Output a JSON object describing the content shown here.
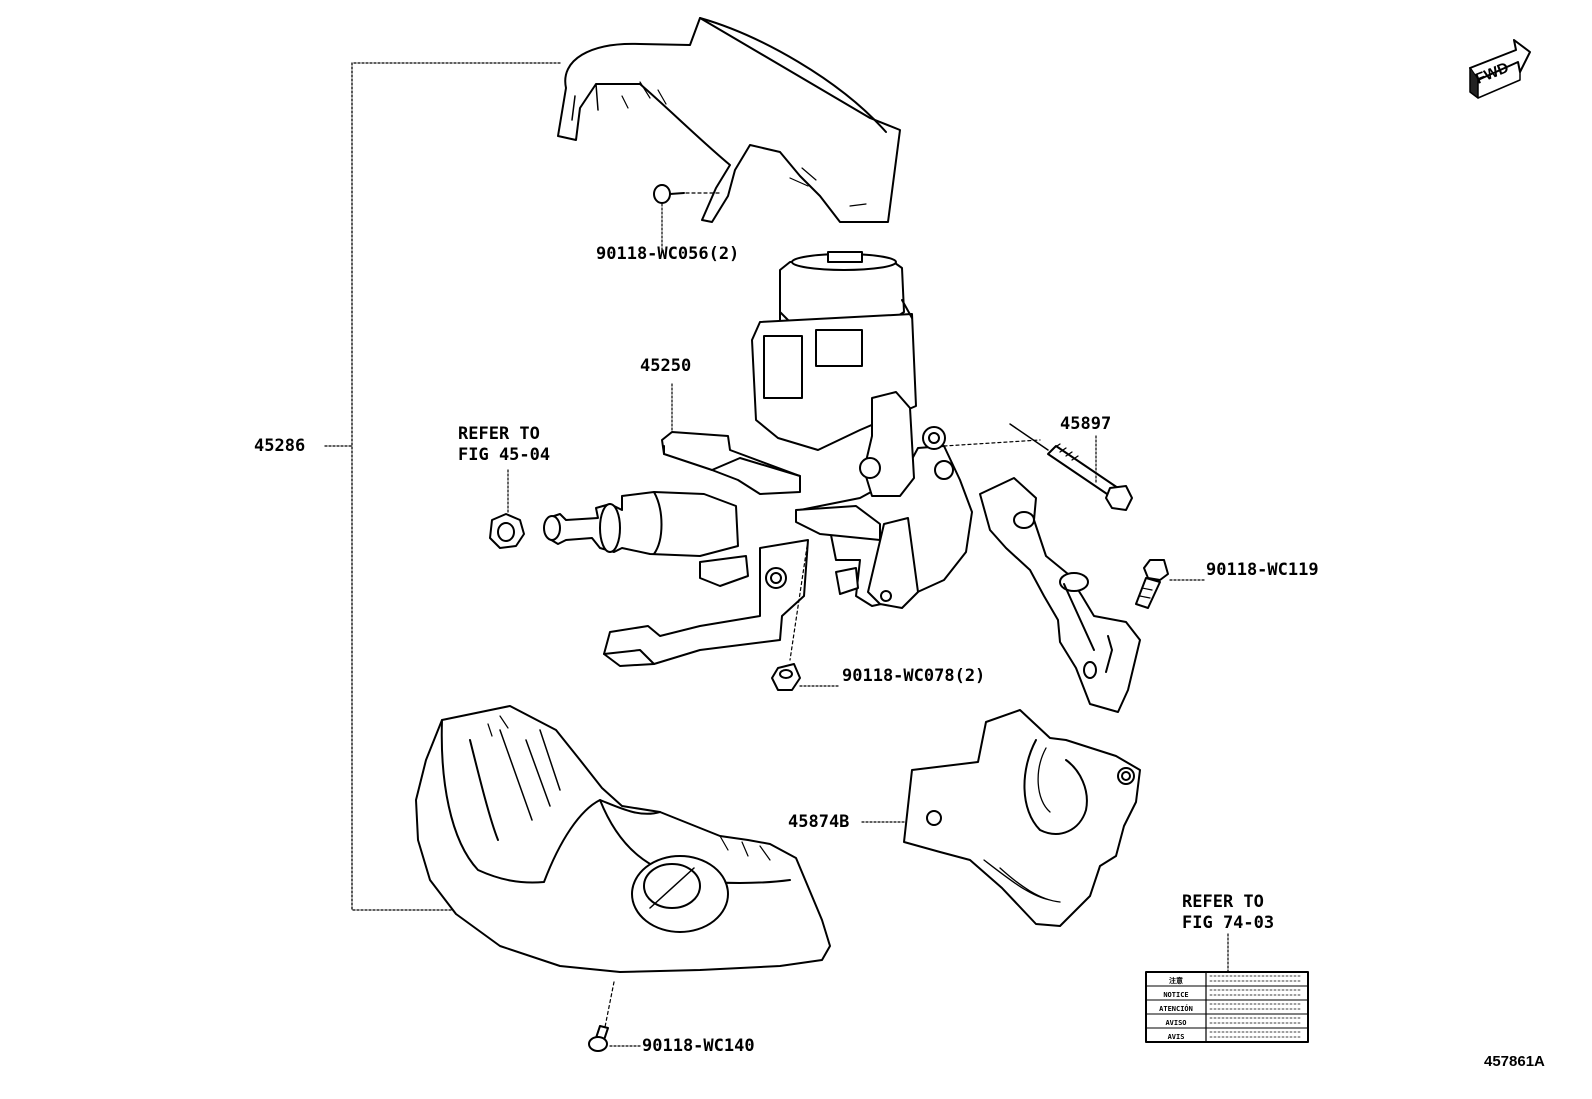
{
  "figure": {
    "id": "457861A",
    "fwd_indicator": "FWD"
  },
  "callouts": {
    "assembly_45286": "45286",
    "column_45250": "45250",
    "bolt_45897": "45897",
    "cover_45874b": "45874B",
    "screw_wc056": "90118-WC056(2)",
    "bolt_wc119": "90118-WC119",
    "nut_wc078": "90118-WC078(2)",
    "screw_wc140": "90118-WC140"
  },
  "refers": {
    "steering_wheel_nut": {
      "line1": "REFER TO",
      "line2": "FIG 45-04"
    },
    "notice_label": {
      "line1": "REFER TO",
      "line2": "FIG 74-03"
    }
  },
  "notice_label_rows": [
    "注意",
    "NOTICE",
    "ATENCIÓN",
    "AVISO",
    "AVIS"
  ],
  "colors": {
    "ink": "#000000",
    "paper": "#ffffff",
    "fill_light": "#f4f4f4"
  }
}
